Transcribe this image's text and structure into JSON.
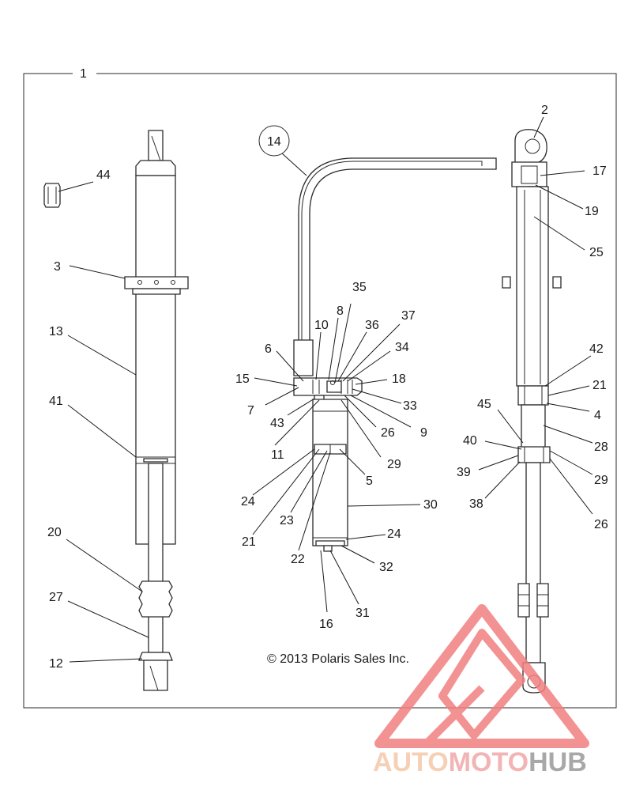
{
  "diagram": {
    "frame_label": "1",
    "copyright": "© 2013 Polaris Sales Inc.",
    "callouts": [
      "2",
      "3",
      "4",
      "5",
      "6",
      "7",
      "8",
      "9",
      "10",
      "11",
      "12",
      "13",
      "14",
      "15",
      "16",
      "17",
      "18",
      "19",
      "20",
      "21",
      "21",
      "22",
      "23",
      "24",
      "24",
      "25",
      "26",
      "26",
      "27",
      "28",
      "29",
      "29",
      "30",
      "31",
      "32",
      "33",
      "34",
      "35",
      "36",
      "37",
      "38",
      "39",
      "40",
      "41",
      "42",
      "43",
      "44",
      "45"
    ],
    "line_color": "#2a2a2a"
  },
  "watermark": {
    "part1": "AUTO",
    "part2": "MOTO",
    "part3": "HUB",
    "colors": {
      "auto": "#f5c8a8",
      "moto": "#f0a8a8",
      "hub": "#9a9a9a",
      "triangle": "#f08080"
    }
  }
}
